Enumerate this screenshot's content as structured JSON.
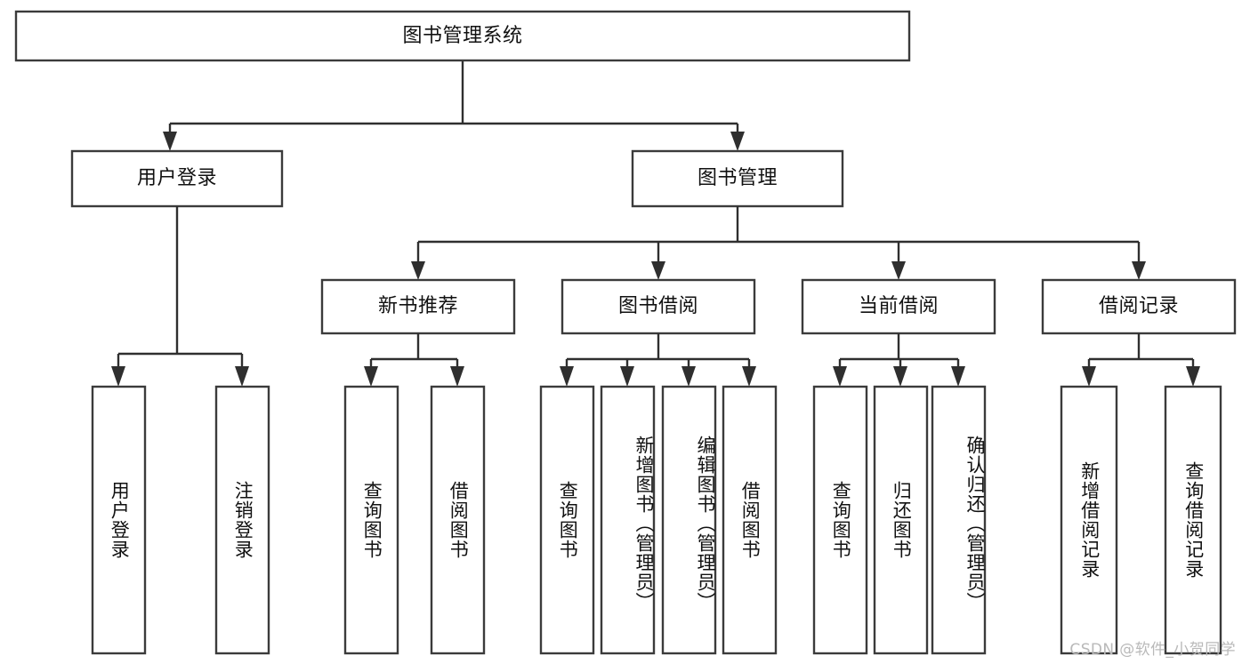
{
  "diagram": {
    "type": "tree-hierarchy-chart",
    "title": "图书管理系统",
    "watermark": "CSDN @软件_小贺同学",
    "colors": {
      "box_stroke": "#3b3b3b",
      "box_fill": "#ffffff",
      "connector": "#2f2f2f",
      "text": "#111111",
      "watermark": "#b9b9b9",
      "background": "#ffffff"
    },
    "levels": {
      "root": {
        "id": "root",
        "label": "图书管理系统",
        "orientation": "horizontal"
      },
      "level2": [
        {
          "id": "user-login",
          "label": "用户登录",
          "orientation": "horizontal"
        },
        {
          "id": "book-management",
          "label": "图书管理",
          "orientation": "horizontal"
        }
      ],
      "level3": [
        {
          "id": "new-book-recommend",
          "label": "新书推荐",
          "orientation": "horizontal",
          "parent": "book-management"
        },
        {
          "id": "book-borrow",
          "label": "图书借阅",
          "orientation": "horizontal",
          "parent": "book-management"
        },
        {
          "id": "current-borrow",
          "label": "当前借阅",
          "orientation": "horizontal",
          "parent": "book-management"
        },
        {
          "id": "borrow-record",
          "label": "借阅记录",
          "orientation": "horizontal",
          "parent": "book-management"
        }
      ],
      "leaves": [
        {
          "id": "leaf-user-login",
          "label": "用户登录",
          "parent": "user-login",
          "orientation": "vertical"
        },
        {
          "id": "leaf-user-logout",
          "label": "注销登录",
          "parent": "user-login",
          "orientation": "vertical"
        },
        {
          "id": "leaf-query-book-1",
          "label": "查询图书",
          "parent": "new-book-recommend",
          "orientation": "vertical"
        },
        {
          "id": "leaf-borrow-book-1",
          "label": "借阅图书",
          "parent": "new-book-recommend",
          "orientation": "vertical"
        },
        {
          "id": "leaf-query-book-2",
          "label": "查询图书",
          "parent": "book-borrow",
          "orientation": "vertical"
        },
        {
          "id": "leaf-add-book",
          "label": "新增图书（管理员）",
          "parent": "book-borrow",
          "orientation": "vertical"
        },
        {
          "id": "leaf-edit-book",
          "label": "编辑图书（管理员）",
          "parent": "book-borrow",
          "orientation": "vertical"
        },
        {
          "id": "leaf-borrow-book-2",
          "label": "借阅图书",
          "parent": "book-borrow",
          "orientation": "vertical"
        },
        {
          "id": "leaf-query-book-3",
          "label": "查询图书",
          "parent": "current-borrow",
          "orientation": "vertical"
        },
        {
          "id": "leaf-return-book",
          "label": "归还图书",
          "parent": "current-borrow",
          "orientation": "vertical"
        },
        {
          "id": "leaf-confirm-return",
          "label": "确认归还（管理员）",
          "parent": "current-borrow",
          "orientation": "vertical"
        },
        {
          "id": "leaf-add-record",
          "label": "新增借阅记录",
          "parent": "borrow-record",
          "orientation": "vertical"
        },
        {
          "id": "leaf-query-record",
          "label": "查询借阅记录",
          "parent": "borrow-record",
          "orientation": "vertical"
        }
      ]
    }
  }
}
